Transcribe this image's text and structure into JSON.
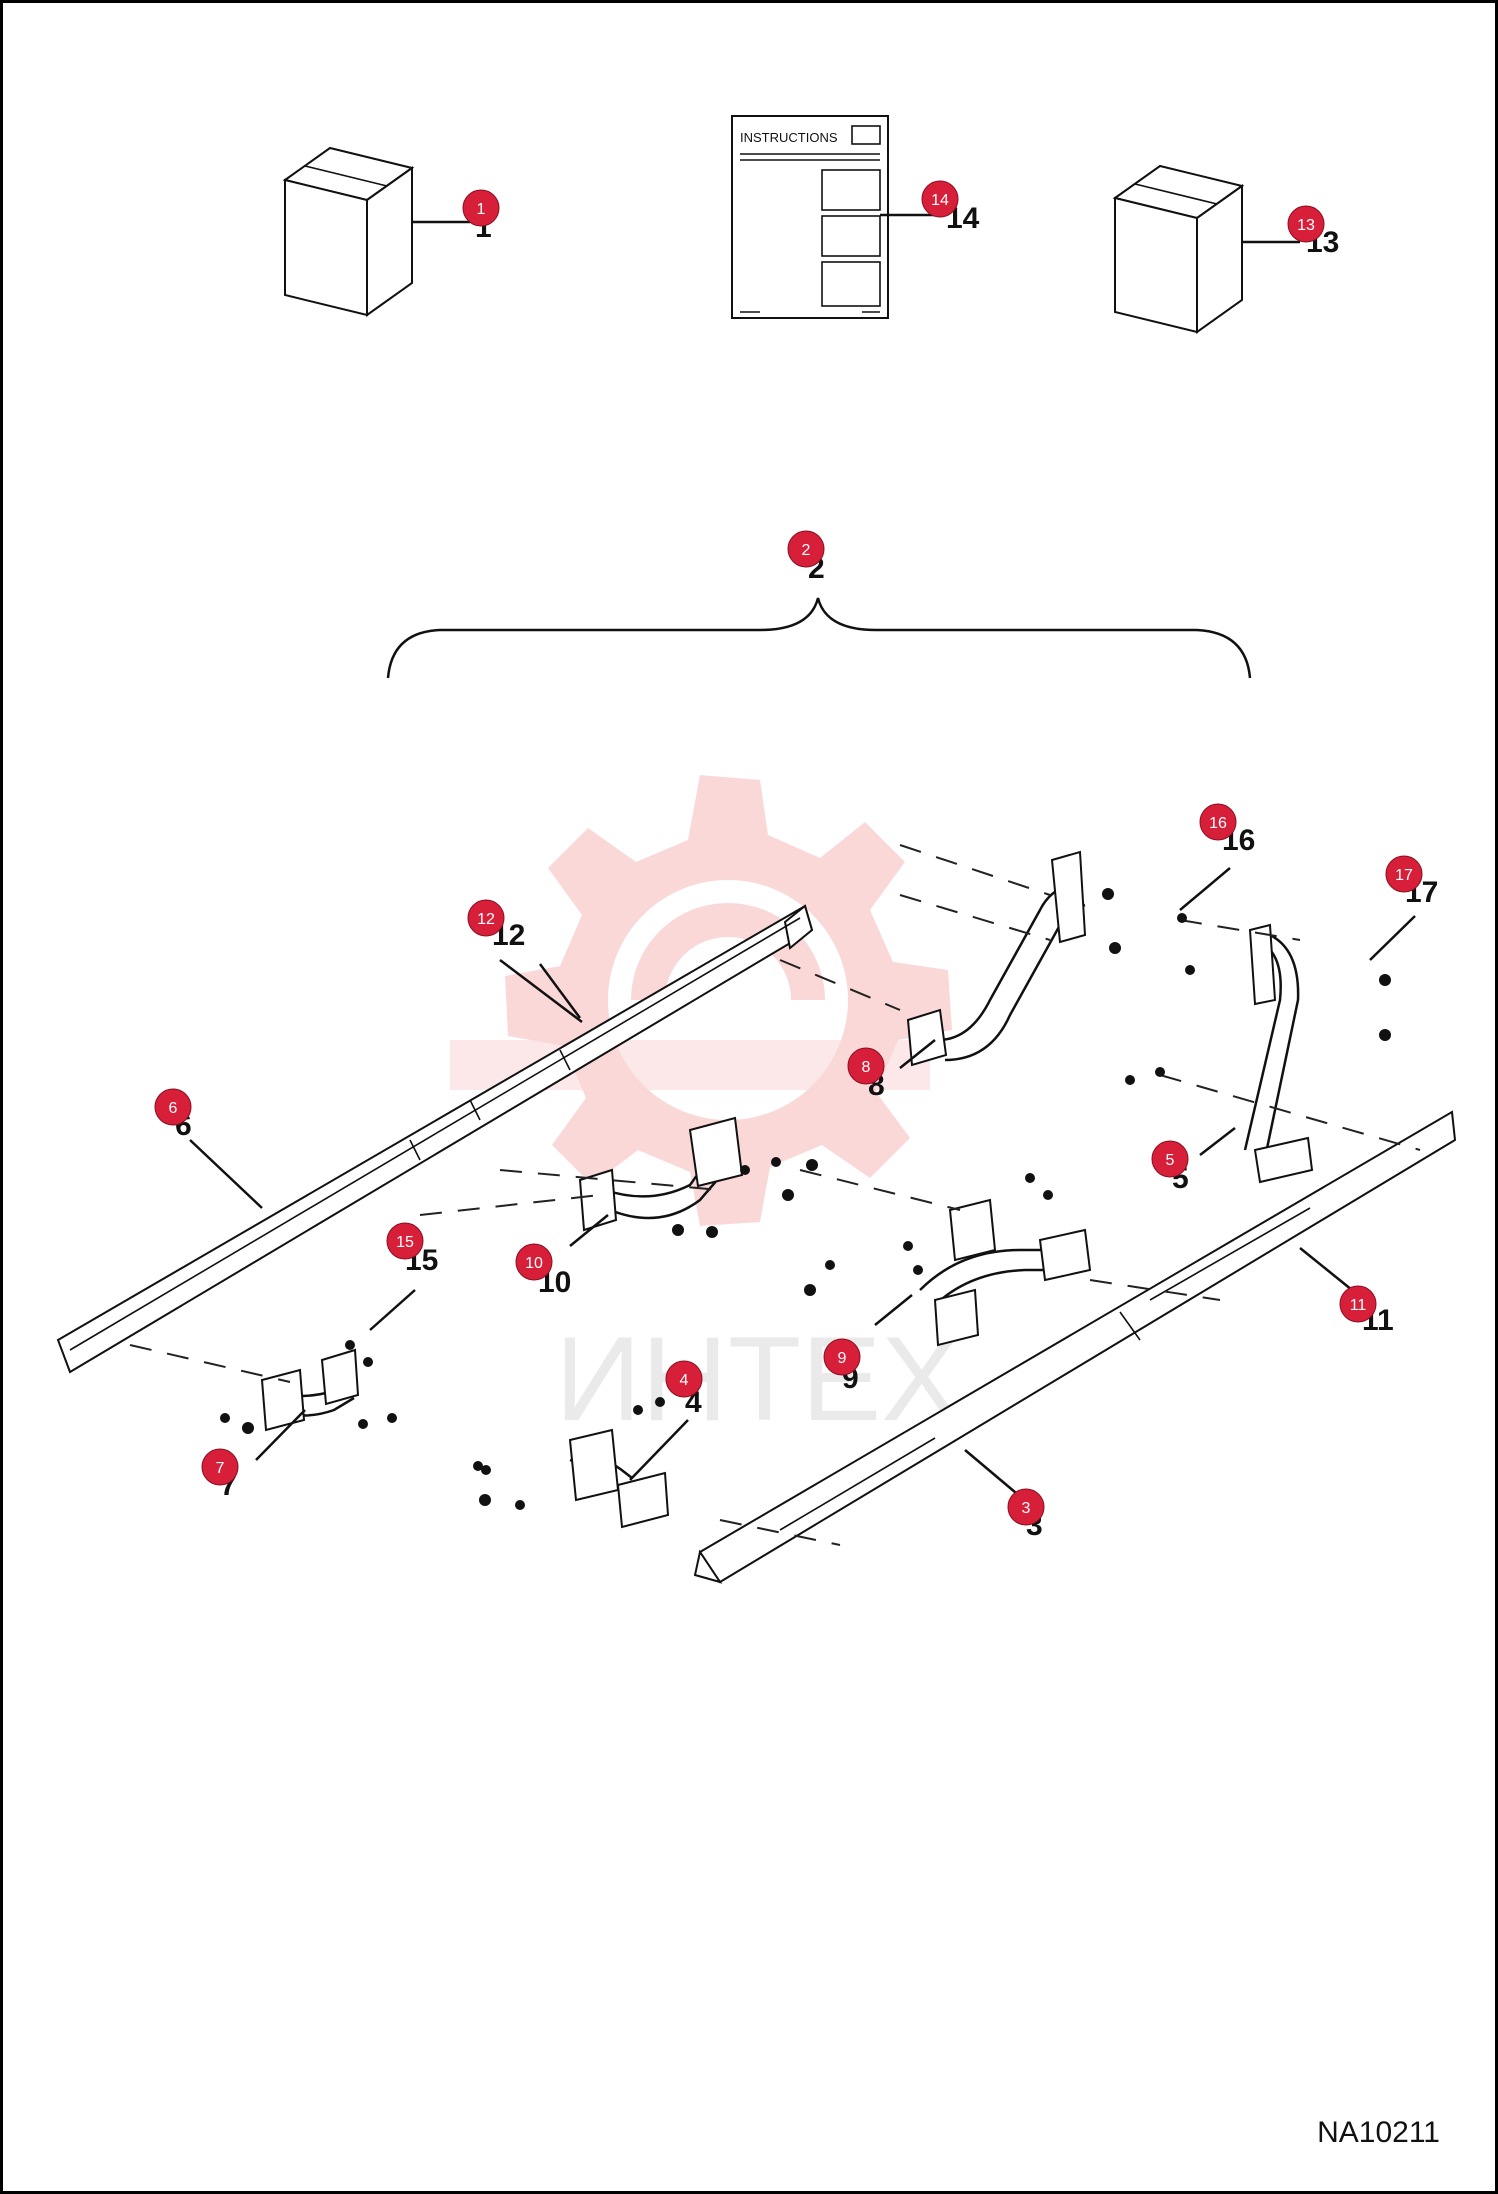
{
  "drawing_code": "NA10211",
  "instructions_title": "INSTRUCTIONS",
  "watermark": "ИНТЕХ",
  "callouts": [
    {
      "id": "1",
      "label": "1"
    },
    {
      "id": "2",
      "label": "2"
    },
    {
      "id": "3",
      "label": "3"
    },
    {
      "id": "4",
      "label": "4"
    },
    {
      "id": "5",
      "label": "5"
    },
    {
      "id": "6",
      "label": "6"
    },
    {
      "id": "7",
      "label": "7"
    },
    {
      "id": "8",
      "label": "8"
    },
    {
      "id": "9",
      "label": "9"
    },
    {
      "id": "10",
      "label": "10"
    },
    {
      "id": "11",
      "label": "11"
    },
    {
      "id": "12",
      "label": "12"
    },
    {
      "id": "13",
      "label": "13"
    },
    {
      "id": "14",
      "label": "14"
    },
    {
      "id": "15",
      "label": "15"
    },
    {
      "id": "16",
      "label": "16"
    },
    {
      "id": "17",
      "label": "17"
    }
  ],
  "colors": {
    "badge": "#d71f3a",
    "watermark": "#f5c2c2",
    "line": "#111111"
  }
}
